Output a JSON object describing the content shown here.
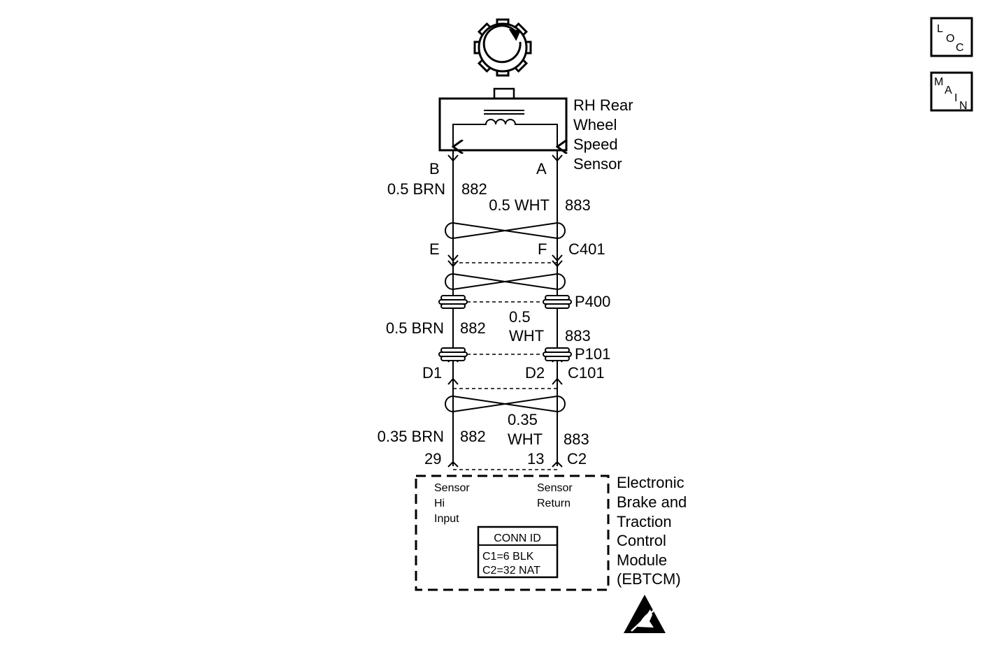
{
  "nav": {
    "loc_button": {
      "l": "L",
      "o": "O",
      "c": "C"
    },
    "main_button": {
      "m": "M",
      "a": "A",
      "i": "I",
      "n": "N"
    }
  },
  "sensor": {
    "name_lines": [
      "RH Rear",
      "Wheel",
      "Speed",
      "Sensor"
    ],
    "terminal_left": "B",
    "terminal_right": "A"
  },
  "wires": {
    "upper": {
      "left_size": "0.5 BRN",
      "left_circuit": "882",
      "right_size": "0.5 WHT",
      "right_circuit": "883"
    },
    "middle": {
      "left_size": "0.5 BRN",
      "left_circuit": "882",
      "right_size_line1": "0.5",
      "right_size_line2": "WHT",
      "right_circuit": "883"
    },
    "lower": {
      "left_size": "0.35 BRN",
      "left_circuit": "882",
      "right_size_line1": "0.35",
      "right_size_line2": "WHT",
      "right_circuit": "883"
    }
  },
  "connectors": {
    "c401": {
      "name": "C401",
      "left_pin": "E",
      "right_pin": "F"
    },
    "p400": {
      "name": "P400"
    },
    "p101": {
      "name": "P101"
    },
    "c101": {
      "name": "C101",
      "left_pin": "D1",
      "right_pin": "D2"
    },
    "c2": {
      "name": "C2",
      "left_pin": "29",
      "right_pin": "13"
    }
  },
  "module": {
    "name_lines": [
      "Electronic",
      "Brake and",
      "Traction",
      "Control",
      "Module",
      "(EBTCM)"
    ],
    "left_terminal_lines": [
      "Sensor",
      "Hi",
      "Input"
    ],
    "right_terminal_lines": [
      "Sensor",
      "Return"
    ],
    "conn_id": {
      "title": "CONN ID",
      "line1": "C1=6 BLK",
      "line2": "C2=32 NAT"
    }
  }
}
